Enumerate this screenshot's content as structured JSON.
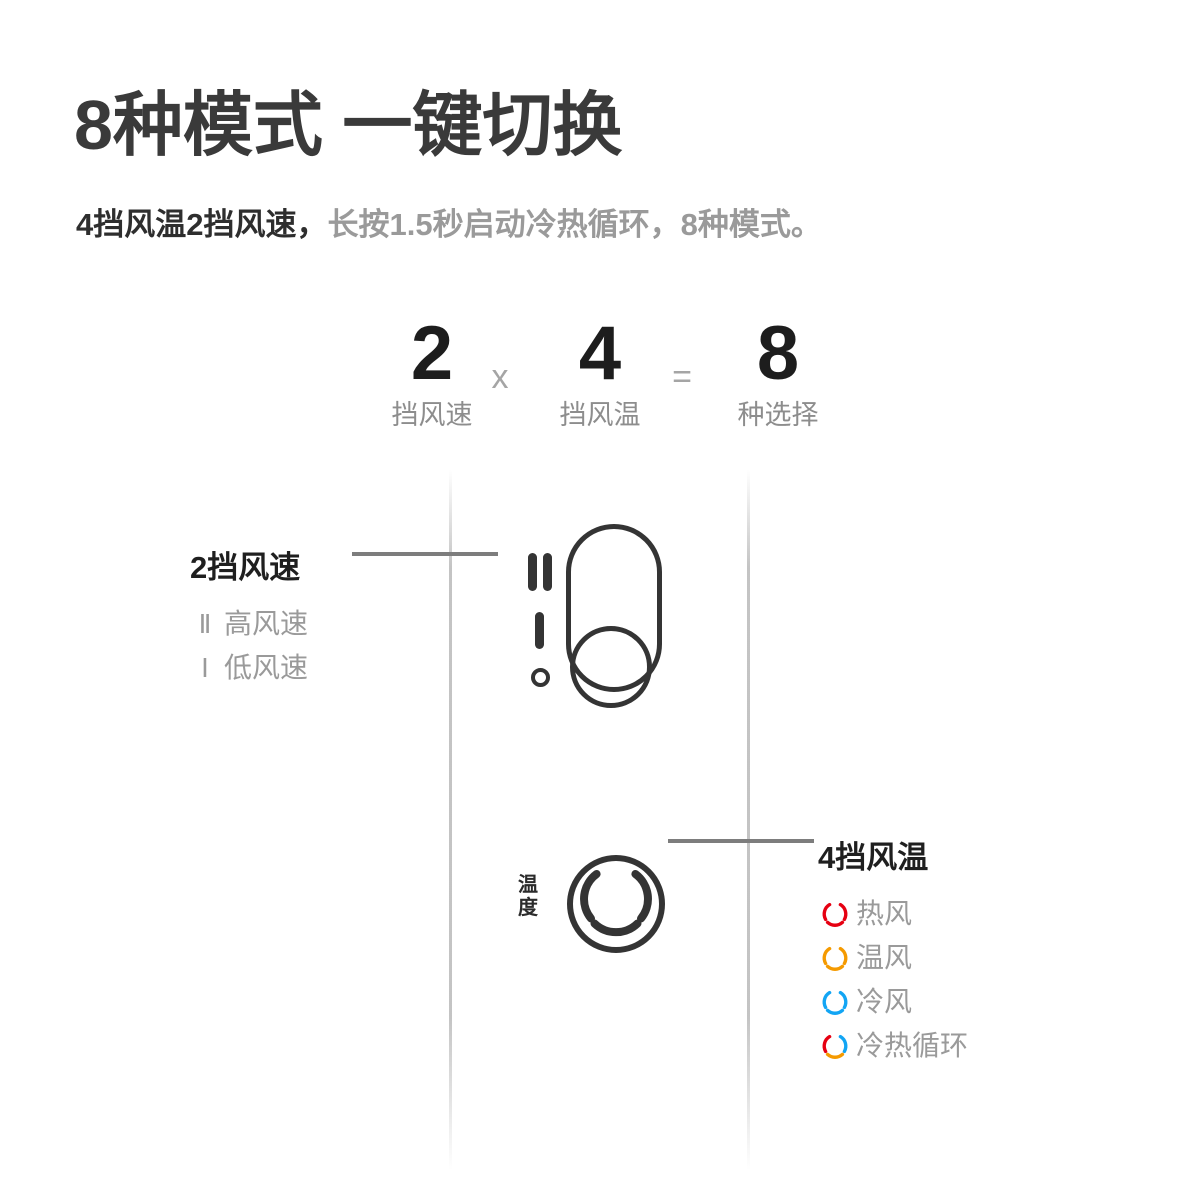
{
  "headline": "8种模式 一键切换",
  "subtitle": {
    "dark": "4挡风温2挡风速，",
    "muted": "长按1.5秒启动冷热循环，8种模式。"
  },
  "equation": {
    "speed_value": "2",
    "speed_caption": "挡风速",
    "multiply_symbol": "x",
    "temp_value": "4",
    "temp_caption": "挡风温",
    "equals_symbol": "=",
    "total_value": "8",
    "total_caption": "种选择"
  },
  "speed_panel": {
    "title": "2挡风速",
    "items": [
      {
        "mark": "Ⅱ",
        "label": "高风速"
      },
      {
        "mark": "Ⅰ",
        "label": "低风速"
      }
    ]
  },
  "temp_panel": {
    "title": "4挡风温",
    "items": [
      {
        "label": "热风",
        "icon": "ring-icon-hot",
        "colors": [
          "#e60012",
          "#e60012",
          "#e60012"
        ]
      },
      {
        "label": "温风",
        "icon": "ring-icon-warm",
        "colors": [
          "#f59a00",
          "#f59a00",
          "#f59a00"
        ]
      },
      {
        "label": "冷风",
        "icon": "ring-icon-cool",
        "colors": [
          "#12a5f4",
          "#12a5f4",
          "#12a5f4"
        ]
      },
      {
        "label": "冷热循环",
        "icon": "ring-icon-cycle",
        "colors": [
          "#e60012",
          "#12a5f4",
          "#f59a00"
        ]
      }
    ]
  },
  "device": {
    "speed_switch_label": "speed-switch",
    "temp_button_label": "温度",
    "indicators": [
      "Ⅱ",
      "Ⅰ",
      "○"
    ]
  },
  "colors": {
    "headline": "#3a3a3a",
    "body_dark": "#2e2e2e",
    "body_muted": "#9a9a9a",
    "outline": "#343434",
    "leader_line": "#7d7d7d",
    "hot": "#e60012",
    "warm": "#f59a00",
    "cool": "#12a5f4",
    "background": "#ffffff"
  }
}
